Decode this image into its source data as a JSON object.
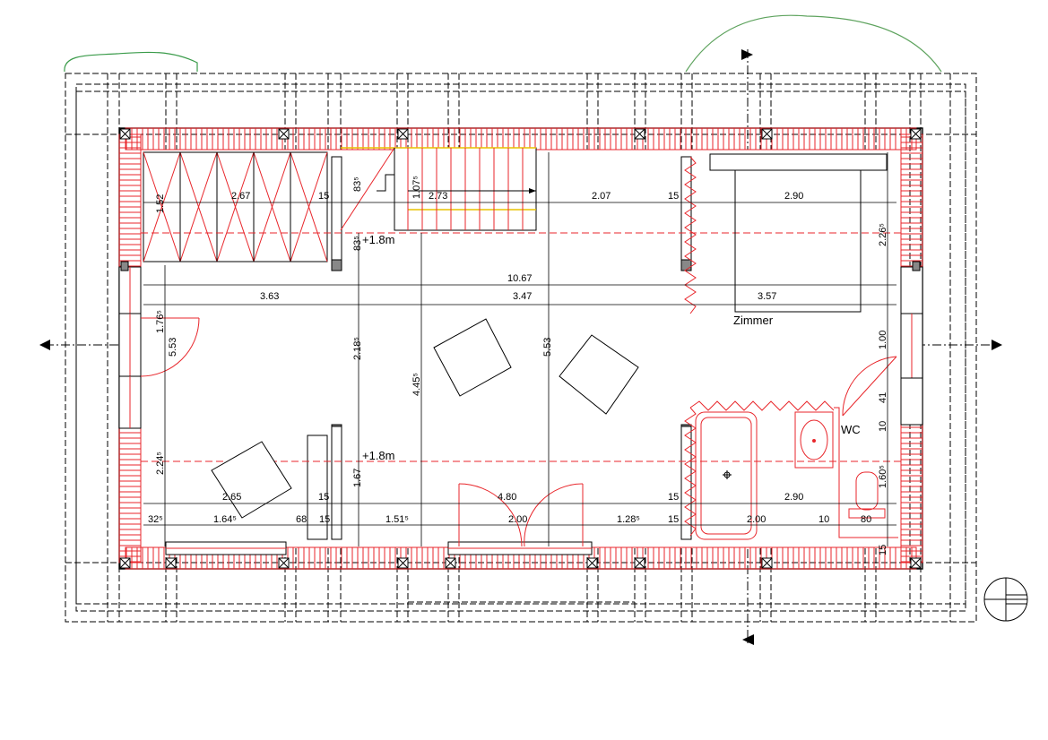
{
  "colors": {
    "wall_red": "#e8262b",
    "hatch_red": "#e8262b",
    "stair_yellow": "#e8c200",
    "grid_black": "#000000",
    "sketch_green": "#3a9b4a",
    "arc_green": "#5ea35e"
  },
  "rooms": {
    "zimmer": "Zimmer",
    "wc": "WC"
  },
  "levels": {
    "top": "+1.8m",
    "bottom": "+1.8m"
  },
  "dims": {
    "top_row": [
      "2.67",
      "15",
      "2.73",
      "2.07",
      "15",
      "2.90"
    ],
    "overall": "10.67",
    "mid_row": [
      "3.63",
      "3.47",
      "3.57"
    ],
    "bottom_row_a": [
      "2.65",
      "15",
      "4.80",
      "15",
      "2.90"
    ],
    "bottom_row_b": [
      "32⁵",
      "1.64⁵",
      "68",
      "15",
      "1.51⁵",
      "2.00",
      "1.28⁵",
      "15",
      "2.00",
      "10",
      "80"
    ],
    "vertical": {
      "v1_52": "1.52",
      "v83_top": "83⁵",
      "v1_07": "1.07⁵",
      "v83_bot": "83⁵",
      "v1_76": "1.76⁵",
      "v5_53_left": "5.53",
      "v2_18": "2.18⁵",
      "v4_45": "4.45⁵",
      "v5_53_mid": "5.53",
      "v2_26": "2.26⁵",
      "v1_00": "1.00",
      "v41": "41",
      "v10": "10",
      "v1_60": "1.60⁵",
      "v2_24": "2.24⁵",
      "v1_67": "1.67",
      "v15": "15"
    }
  },
  "icons": {
    "north": "north-arrow-icon",
    "section": "section-marker-icon"
  }
}
